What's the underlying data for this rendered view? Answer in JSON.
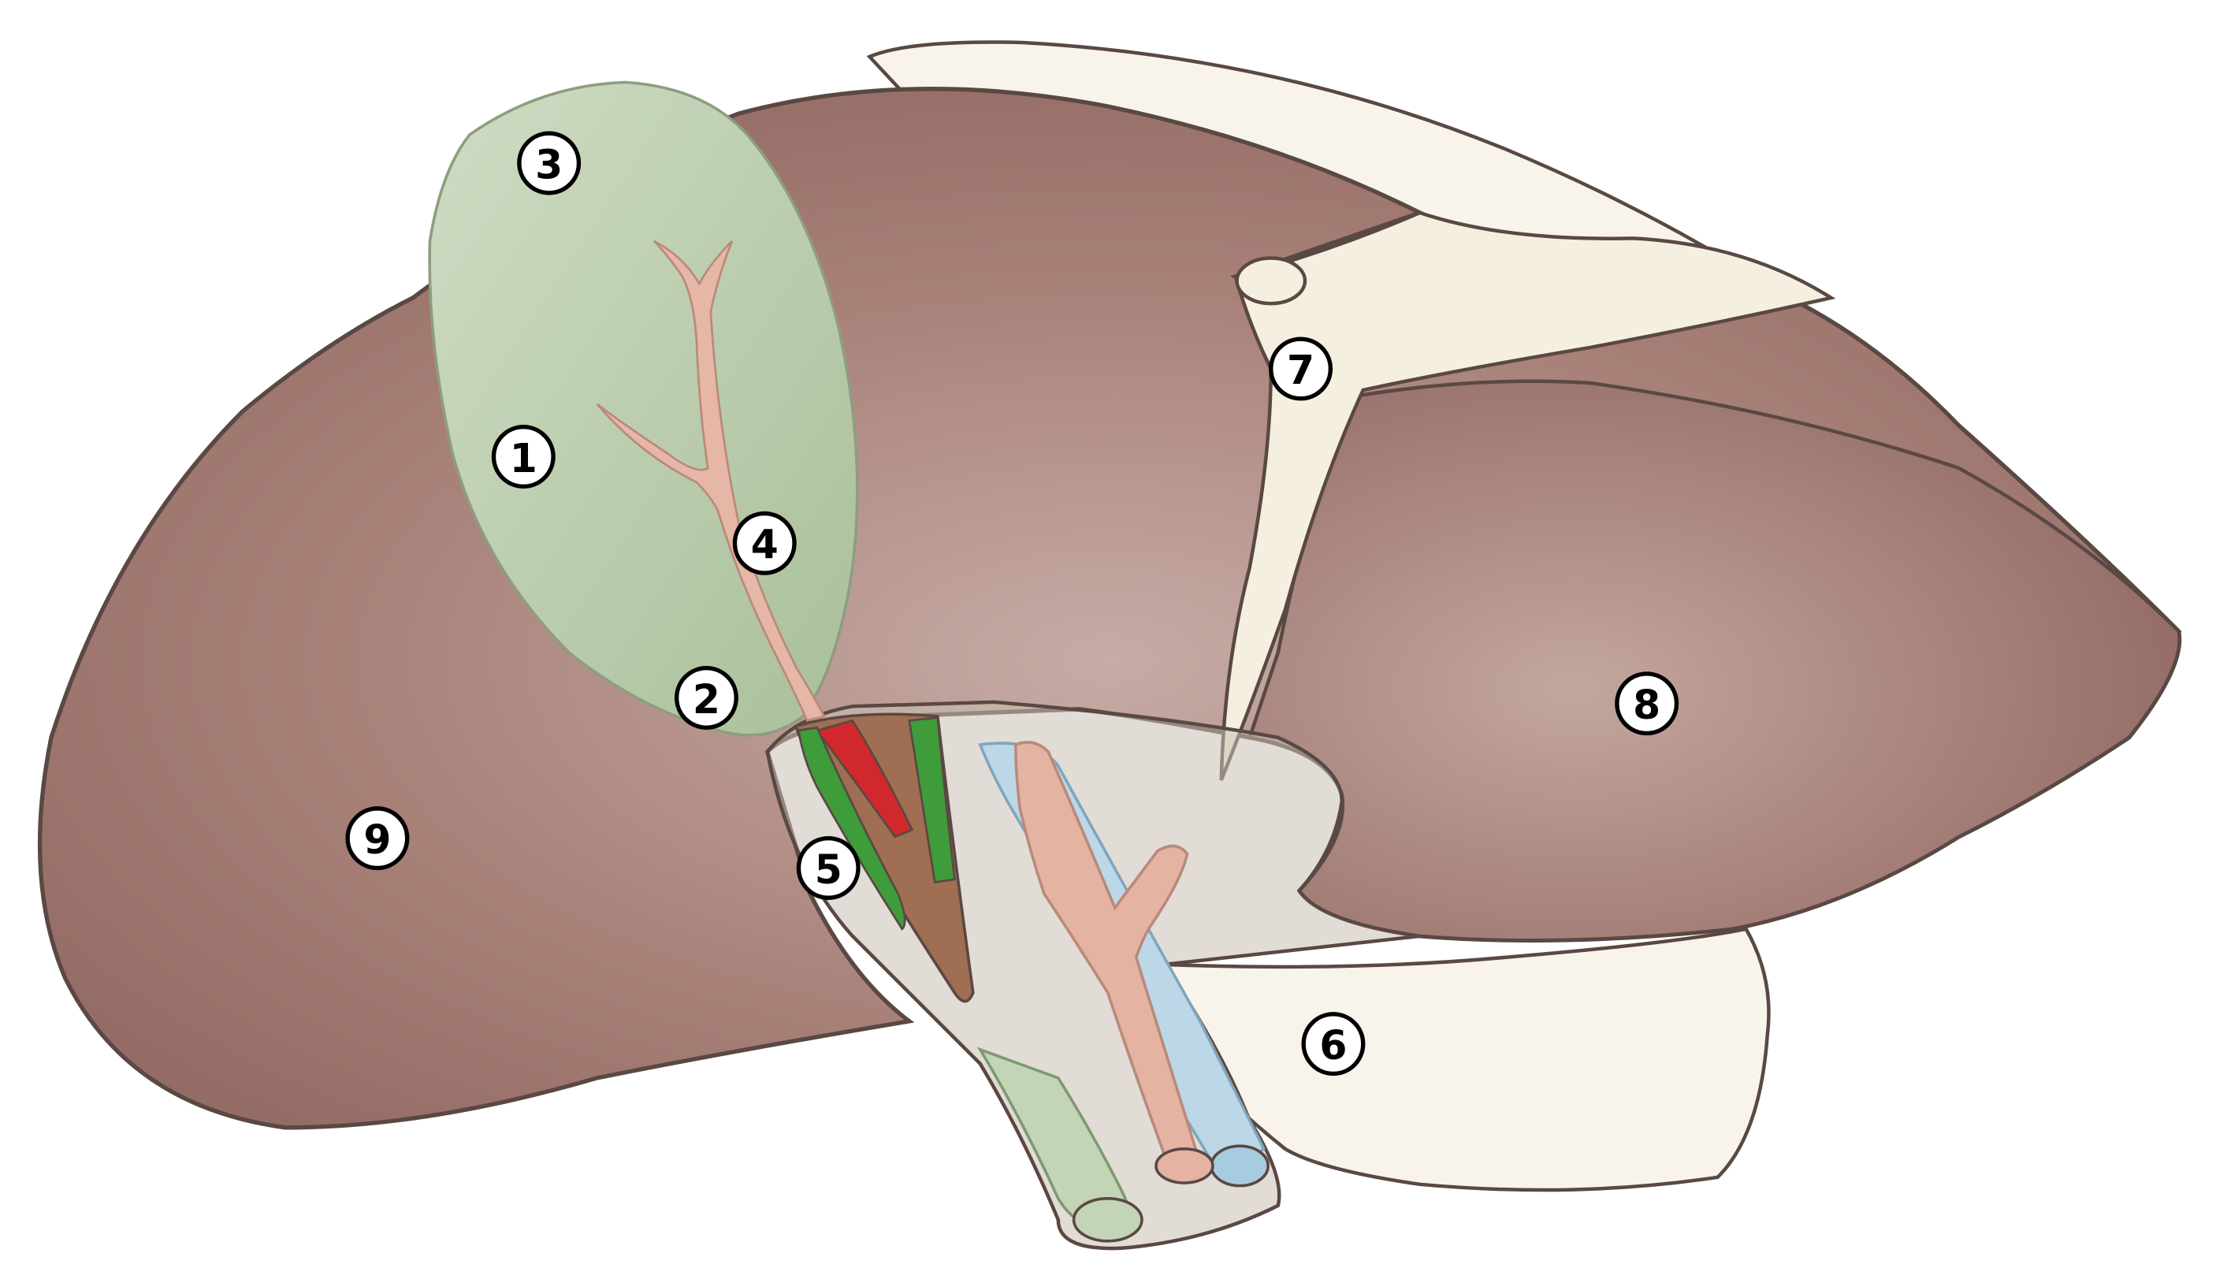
{
  "colors": {
    "liver": "#9b7169",
    "liver_highlight": "#c2a69f",
    "gallbladder": "#c3d4b7",
    "bile_duct": "#e6b6a6",
    "ligament": "#f7f2ea",
    "outline": "#5a4843",
    "portal_vein": "#a06e52",
    "hepatic_artery": "#d0282c",
    "bile_vessel": "#3e9c3a",
    "vena_cava": "#b8d6e6",
    "label_fill": "#ffffff",
    "label_stroke": "#000000"
  },
  "labels": [
    {
      "id": "label-1",
      "text": "1"
    },
    {
      "id": "label-2",
      "text": "2"
    },
    {
      "id": "label-3",
      "text": "3"
    },
    {
      "id": "label-4",
      "text": "4"
    },
    {
      "id": "label-5",
      "text": "5"
    },
    {
      "id": "label-6",
      "text": "6"
    },
    {
      "id": "label-7",
      "text": "7"
    },
    {
      "id": "label-8",
      "text": "8"
    },
    {
      "id": "label-9",
      "text": "9"
    }
  ]
}
